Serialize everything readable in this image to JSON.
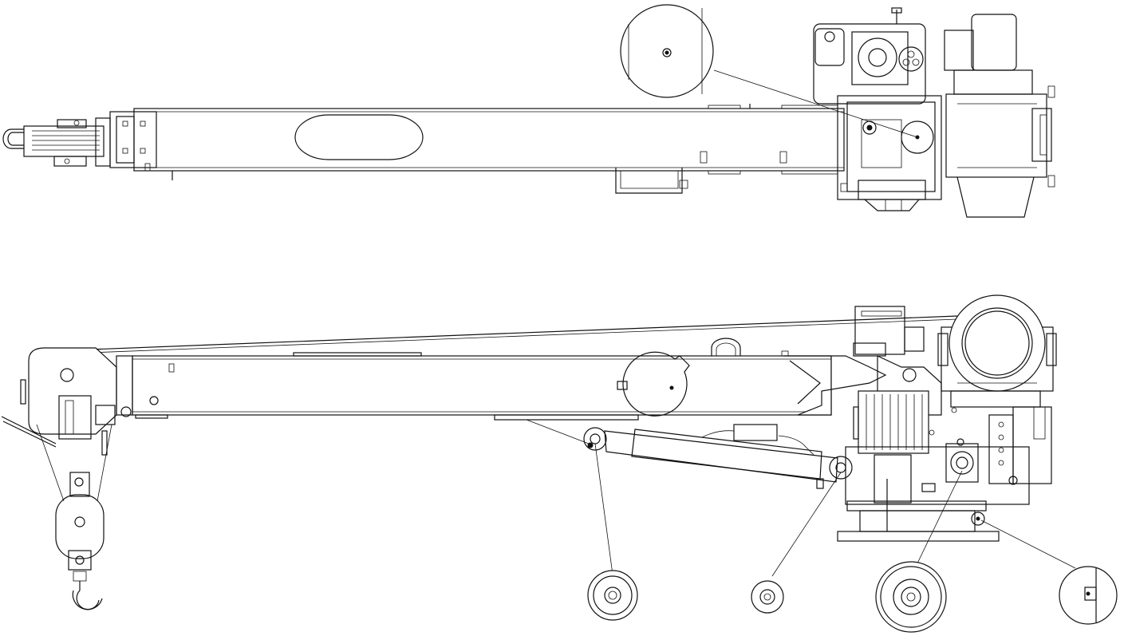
{
  "drawing": {
    "background": "#ffffff",
    "line_color": "#111111",
    "views": [
      {
        "name": "top-view",
        "detail_callouts": 1
      },
      {
        "name": "side-view",
        "detail_callouts": 4
      }
    ]
  }
}
